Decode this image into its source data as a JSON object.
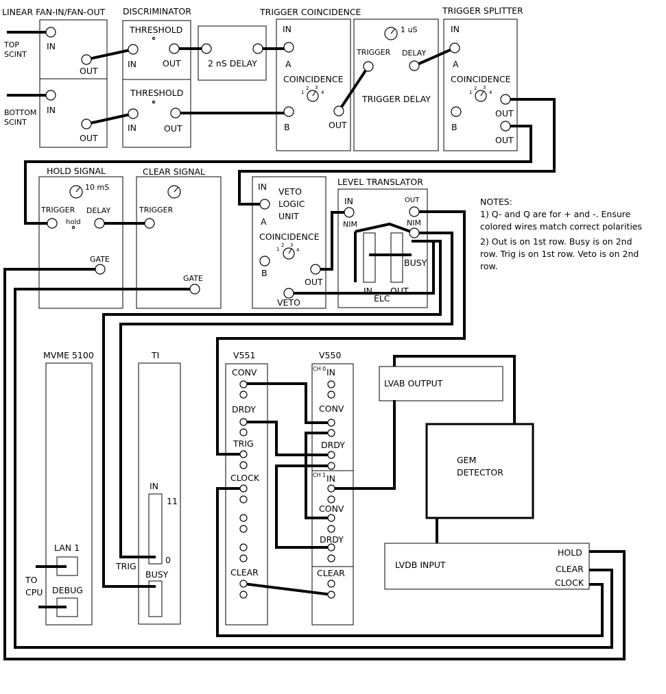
{
  "titles": {
    "fanio": "LINEAR FAN-IN/FAN-OUT",
    "discriminator": "DISCRIMINATOR",
    "trigcoinc": "TRIGGER COINCIDENCE",
    "trigsplit": "TRIGGER SPLITTER",
    "hold": "HOLD SIGNAL",
    "clear": "CLEAR SIGNAL",
    "leveltrans": "LEVEL TRANSLATOR",
    "mvme": "MVME 5100",
    "ti": "TI",
    "v551": "V551",
    "v550": "V550"
  },
  "labels": {
    "top_scint_1": "TOP",
    "top_scint_2": "SCINT",
    "bottom_scint_1": "BOTTOM",
    "bottom_scint_2": "SCINT",
    "in": "IN",
    "out": "OUT",
    "threshold": "THRESHOLD",
    "delay_2ns": "2 nS DELAY",
    "a": "A",
    "b": "B",
    "coincidence": "COINCIDENCE",
    "n1": "1",
    "n2": "2",
    "n3": "3",
    "n4": "4",
    "one_us": "1 uS",
    "trigger": "TRIGGER",
    "delay": "DELAY",
    "trigger_delay": "TRIGGER DELAY",
    "ten_ms": "10 mS",
    "hold_small": "hold",
    "gate": "GATE",
    "veto_1": "VETO",
    "veto_2": "LOGIC",
    "veto_3": "UNIT",
    "veto": "VETO",
    "nim": "NIM",
    "busy": "BUSY",
    "elc": "ELC",
    "lan1": "LAN 1",
    "debug": "DEBUG",
    "to": "TO",
    "cpu": "CPU",
    "ti_eleven": "11",
    "ti_zero": "0",
    "trig": "TRIG",
    "conv": "CONV",
    "drdy": "DRDY",
    "trig_v": "TRIG",
    "clock": "CLOCK",
    "clear_v": "CLEAR",
    "ch0": "CH 0",
    "ch1": "CH 1",
    "lvab": "LVAB OUTPUT",
    "gem_1": "GEM",
    "gem_2": "DETECTOR",
    "lvdb": "LVDB INPUT",
    "hold": "HOLD",
    "clear": "CLEAR",
    "clock_l": "CLOCK"
  },
  "notes": {
    "title": "NOTES:",
    "line1": "1) Q- and Q are for + and -. Ensure",
    "line2": "colored wires match correct polarities",
    "line3": "2) Out is on 1st row. Busy is on 2nd",
    "line4": "row. Trig is on 1st row. Veto is on 2nd",
    "line5": "row."
  }
}
